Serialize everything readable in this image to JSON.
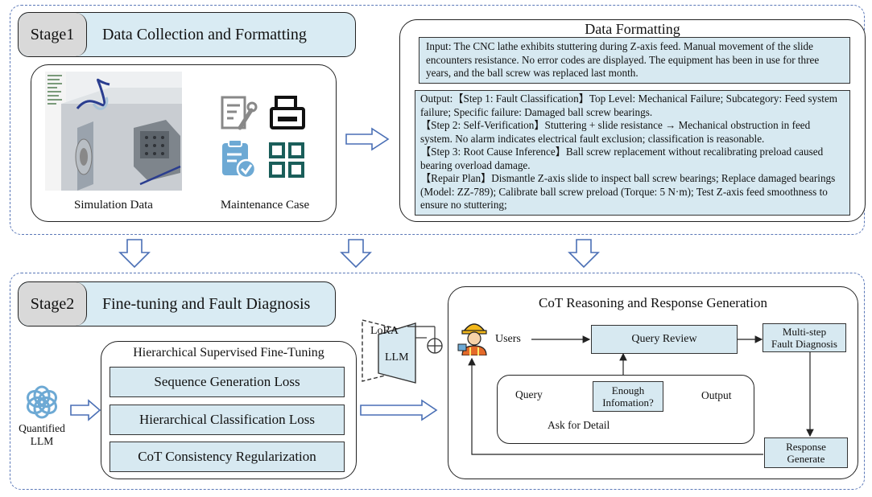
{
  "stage1": {
    "label": "Stage1",
    "title": "Data Collection and Formatting",
    "simulation_caption": "Simulation Data",
    "maintenance_caption": "Maintenance Case"
  },
  "data_formatting": {
    "title": "Data Formatting",
    "input_text": "Input: The CNC lathe exhibits stuttering during Z-axis feed. Manual movement of the slide encounters resistance. No error codes are displayed. The equipment has been in use for three years, and the ball screw was replaced last month.",
    "output_lines": [
      "Output:【Step 1: Fault Classification】Top Level: Mechanical Failure; Subcategory: Feed system failure; Specific failure: Damaged ball screw bearings.",
      "【Step 2: Self-Verification】Stuttering + slide resistance → Mechanical obstruction in feed system. No alarm indicates electrical fault exclusion; classification is reasonable.",
      "【Step 3: Root Cause Inference】Ball screw replacement without recalibrating preload caused bearing overload damage.",
      "【Repair Plan】Dismantle Z-axis slide to inspect ball screw bearings; Replace damaged bearings (Model: ZZ-789); Calibrate ball screw preload (Torque: 5 N·m); Test Z-axis feed smoothness to ensure no stuttering;"
    ]
  },
  "stage2": {
    "label": "Stage2",
    "title": "Fine-tuning and Fault Diagnosis",
    "quantified_llm": [
      "Quantified",
      "LLM"
    ],
    "hsft_title": "Hierarchical Supervised Fine-Tuning",
    "losses": [
      "Sequence Generation Loss",
      "Hierarchical Classification Loss",
      "CoT Consistency Regularization"
    ],
    "lora_label": "LoRA",
    "llm_label": "LLM"
  },
  "cot": {
    "title": "CoT Reasoning and Response Generation",
    "users": "Users",
    "query_review": "Query Review",
    "multistep": [
      "Multi-step",
      "Fault Diagnosis"
    ],
    "query": "Query",
    "enough_info": [
      "Enough",
      "Infomation?"
    ],
    "output": "Output",
    "ask_detail": "Ask for Detail",
    "response": [
      "Response",
      "Generate"
    ]
  },
  "colors": {
    "box_fill": "#d7e9f1",
    "stage_chip": "#d9d9d9",
    "dashed_border": "#5b78b8",
    "arrow": "#4a6fb5",
    "icon_teal": "#1a5e5a",
    "icon_blue": "#6da9d4"
  }
}
